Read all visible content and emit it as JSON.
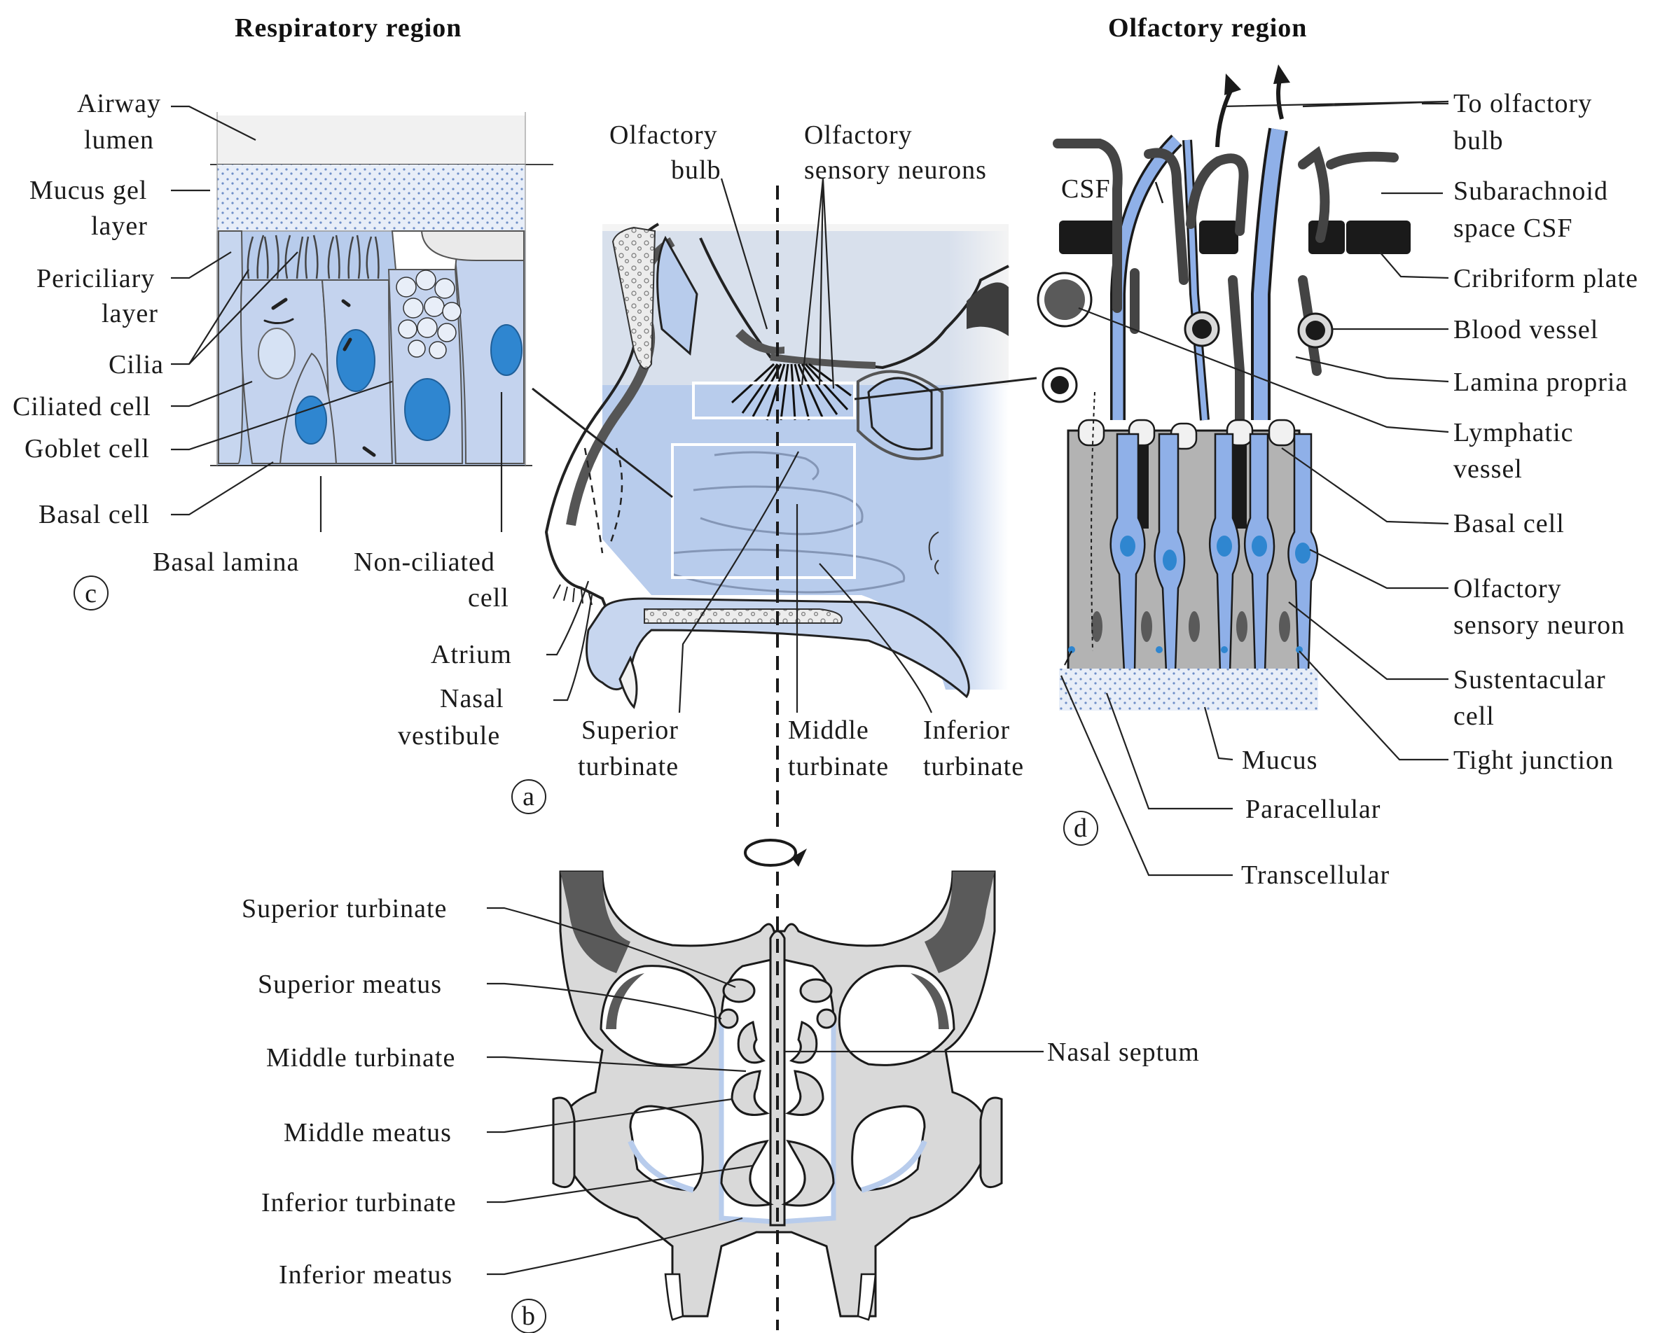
{
  "titles": {
    "respiratory": "Respiratory region",
    "olfactory": "Olfactory region"
  },
  "panel_letters": {
    "a": "a",
    "b": "b",
    "c": "c",
    "d": "d"
  },
  "panel_c": {
    "airway_lumen_1": "Airway",
    "airway_lumen_2": "lumen",
    "mucus_gel_1": "Mucus gel",
    "mucus_gel_2": "layer",
    "periciliary_1": "Periciliary",
    "periciliary_2": "layer",
    "cilia": "Cilia",
    "ciliated_cell": "Ciliated cell",
    "goblet_cell": "Goblet cell",
    "basal_cell": "Basal cell",
    "basal_lamina": "Basal lamina",
    "non_ciliated_1": "Non-ciliated",
    "non_ciliated_2": "cell"
  },
  "panel_a": {
    "olfactory_bulb_1": "Olfactory",
    "olfactory_bulb_2": "bulb",
    "osn_1": "Olfactory",
    "osn_2": "sensory neurons",
    "atrium": "Atrium",
    "nasal_vestibule_1": "Nasal",
    "nasal_vestibule_2": "vestibule",
    "superior_turbinate_1": "Superior",
    "superior_turbinate_2": "turbinate",
    "middle_turbinate_1": "Middle",
    "middle_turbinate_2": "turbinate",
    "inferior_turbinate_1": "Inferior",
    "inferior_turbinate_2": "turbinate"
  },
  "panel_d": {
    "csf": "CSF",
    "to_bulb_1": "To olfactory",
    "to_bulb_2": "bulb",
    "subarachnoid_1": "Subarachnoid",
    "subarachnoid_2": "space CSF",
    "cribriform": "Cribriform plate",
    "blood_vessel": "Blood vessel",
    "lamina_propria": "Lamina propria",
    "lymphatic_1": "Lymphatic",
    "lymphatic_2": "vessel",
    "basal_cell": "Basal cell",
    "osn_1": "Olfactory",
    "osn_2": "sensory neuron",
    "sustentacular_1": "Sustentacular",
    "sustentacular_2": "cell",
    "tight_junction": "Tight junction",
    "mucus": "Mucus",
    "paracellular": "Paracellular",
    "transcellular": "Transcellular"
  },
  "panel_b": {
    "superior_turbinate": "Superior turbinate",
    "superior_meatus": "Superior meatus",
    "middle_turbinate": "Middle turbinate",
    "middle_meatus": "Middle meatus",
    "inferior_turbinate": "Inferior turbinate",
    "inferior_meatus": "Inferior meatus",
    "nasal_septum": "Nasal septum"
  },
  "colors": {
    "tissue_blue": "#b8ccec",
    "nucleus_blue": "#2f86d0",
    "neuron_blue": "#6f9ee0",
    "bone_gray": "#d9d9d9",
    "dark_gray": "#5a5a5a",
    "cell_gray": "#b3b3b3",
    "black": "#1a1a1a"
  }
}
